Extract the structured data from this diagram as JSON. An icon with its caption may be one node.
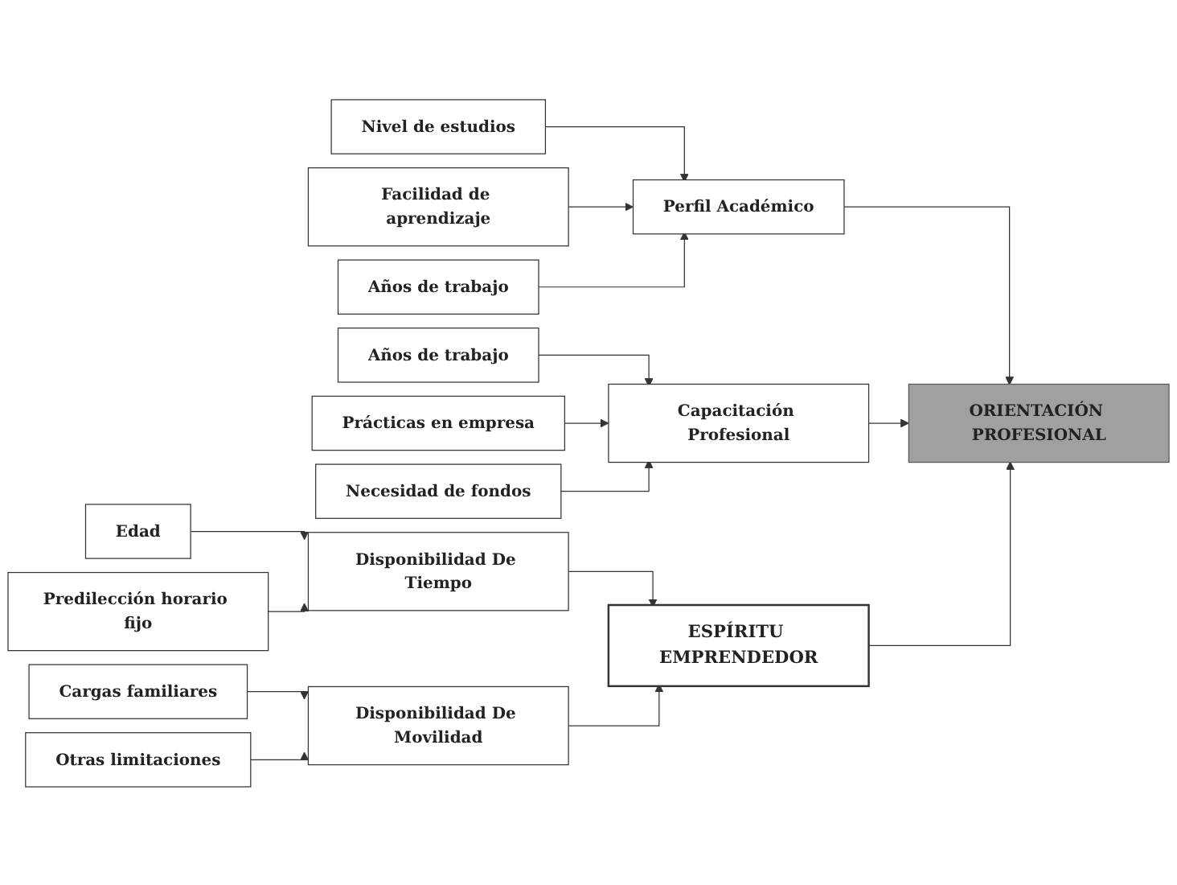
{
  "diagram": {
    "nodes": [
      {
        "text": [
          "Nivel de estudios"
        ]
      },
      {
        "text": [
          "Facilidad de aprendizaje"
        ]
      },
      {
        "text": [
          "Años de trabajo"
        ]
      },
      {
        "text": [
          "Perfil Académico"
        ]
      },
      {
        "text": [
          "Años de trabajo"
        ]
      },
      {
        "text": [
          "Prácticas en empresa"
        ]
      },
      {
        "text": [
          "Necesidad de fondos"
        ]
      },
      {
        "text": [
          "Capacitación Profesional"
        ]
      },
      {
        "text": [
          "Edad"
        ]
      },
      {
        "text": [
          "Predilección horario fijo"
        ]
      },
      {
        "text": [
          "Disponibilidad De Tiempo"
        ]
      },
      {
        "text": [
          "Cargas familiares"
        ]
      },
      {
        "text": [
          "Otras limitaciones"
        ]
      },
      {
        "text": [
          "Disponibilidad De Movilidad"
        ]
      },
      {
        "text": [
          "ESPÍRITU EMPRENDEDOR"
        ]
      },
      {
        "text": [
          "ORIENTACIÓN PROFESIONAL"
        ]
      }
    ],
    "edges": [
      {
        "from": 0,
        "to": 3,
        "arrow": "to"
      },
      {
        "from": 1,
        "to": 3,
        "arrow": "to"
      },
      {
        "from": 2,
        "to": 3,
        "arrow": "to"
      },
      {
        "from": 4,
        "to": 7,
        "arrow": "to"
      },
      {
        "from": 5,
        "to": 7,
        "arrow": "to"
      },
      {
        "from": 6,
        "to": 7,
        "arrow": "to"
      },
      {
        "from": 8,
        "to": 10,
        "arrow": "to"
      },
      {
        "from": 9,
        "to": 10,
        "arrow": "to"
      },
      {
        "from": 11,
        "to": 13,
        "arrow": "to"
      },
      {
        "from": 12,
        "to": 13,
        "arrow": "to"
      },
      {
        "from": 10,
        "to": 14,
        "arrow": "to"
      },
      {
        "from": 13,
        "to": 14,
        "arrow": "to"
      },
      {
        "from": 3,
        "to": 15,
        "arrow": "to"
      },
      {
        "from": 7,
        "to": 15,
        "arrow": "to"
      },
      {
        "from": 14,
        "to": 15,
        "arrow": "to"
      }
    ]
  }
}
